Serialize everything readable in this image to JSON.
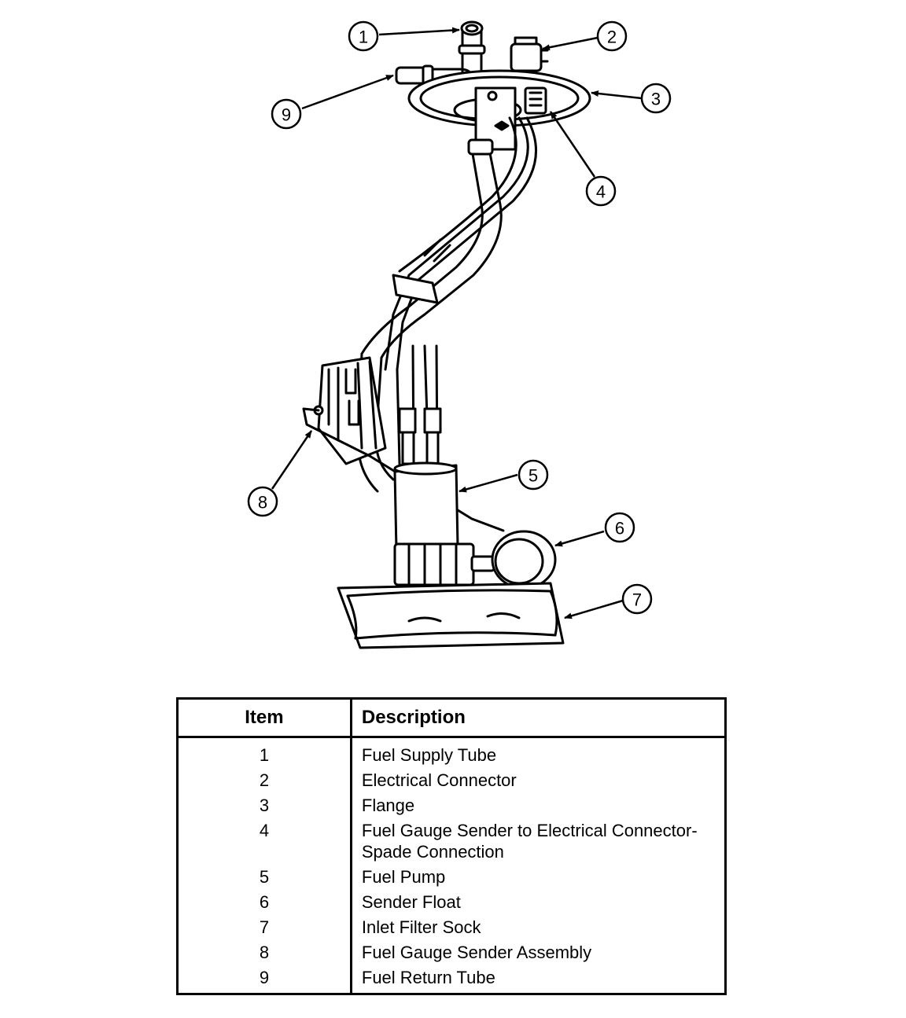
{
  "callouts": [
    "1",
    "2",
    "3",
    "4",
    "5",
    "6",
    "7",
    "8",
    "9"
  ],
  "table": {
    "headers": {
      "item": "Item",
      "description": "Description"
    },
    "rows": [
      {
        "item": "1",
        "description": "Fuel Supply Tube"
      },
      {
        "item": "2",
        "description": "Electrical Connector"
      },
      {
        "item": "3",
        "description": "Flange"
      },
      {
        "item": "4",
        "description": "Fuel Gauge Sender to Electrical Connector-Spade Connection"
      },
      {
        "item": "5",
        "description": "Fuel Pump"
      },
      {
        "item": "6",
        "description": "Sender Float"
      },
      {
        "item": "7",
        "description": "Inlet Filter Sock"
      },
      {
        "item": "8",
        "description": "Fuel Gauge Sender Assembly"
      },
      {
        "item": "9",
        "description": "Fuel Return Tube"
      }
    ]
  }
}
